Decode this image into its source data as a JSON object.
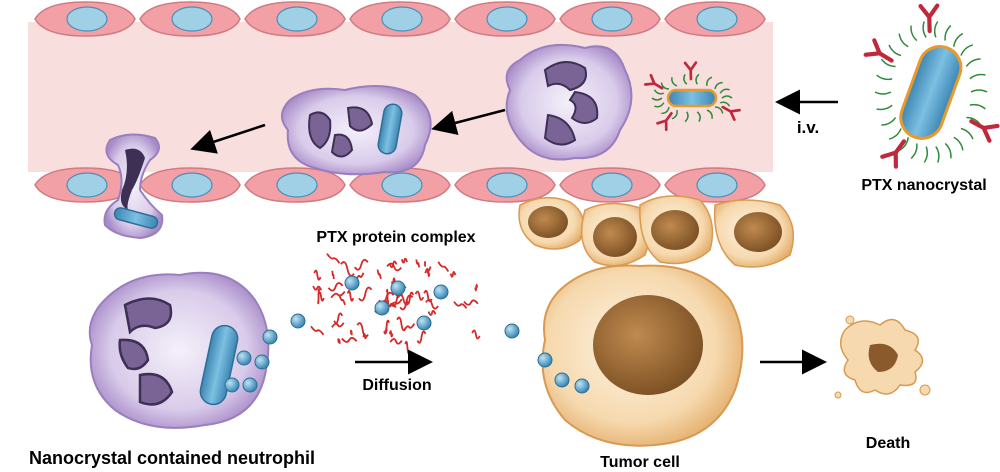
{
  "labels": {
    "iv": "i.v.",
    "ptx_nanocrystal": "PTX nanocrystal",
    "ptx_protein_complex": "PTX protein complex",
    "diffusion": "Diffusion",
    "nanocrystal_neutrophil": "Nanocrystal contained neutrophil",
    "tumor_cell": "Tumor cell",
    "death": "Death"
  },
  "colors": {
    "vessel_lumen": "#f7d9d9",
    "endothelial": "#f2a0a6",
    "nucleus_blue": "#9fd0e6",
    "neutrophil_purple": "#c8b6dd",
    "nucleus_purple": "#7a6496",
    "nanocrystal_blue": "#4f9fc8",
    "nanocrystal_border": "#e89b2c",
    "tumor_cytoplasm": "#f6d9ae",
    "tumor_nucleus": "#9a6a36",
    "protein_red": "#d42a2a",
    "peg_green": "#2e8b3a",
    "antibody_red": "#c0283c"
  },
  "icons": [
    "antibody-icon",
    "peg-chain-icon",
    "arrow-icon"
  ]
}
